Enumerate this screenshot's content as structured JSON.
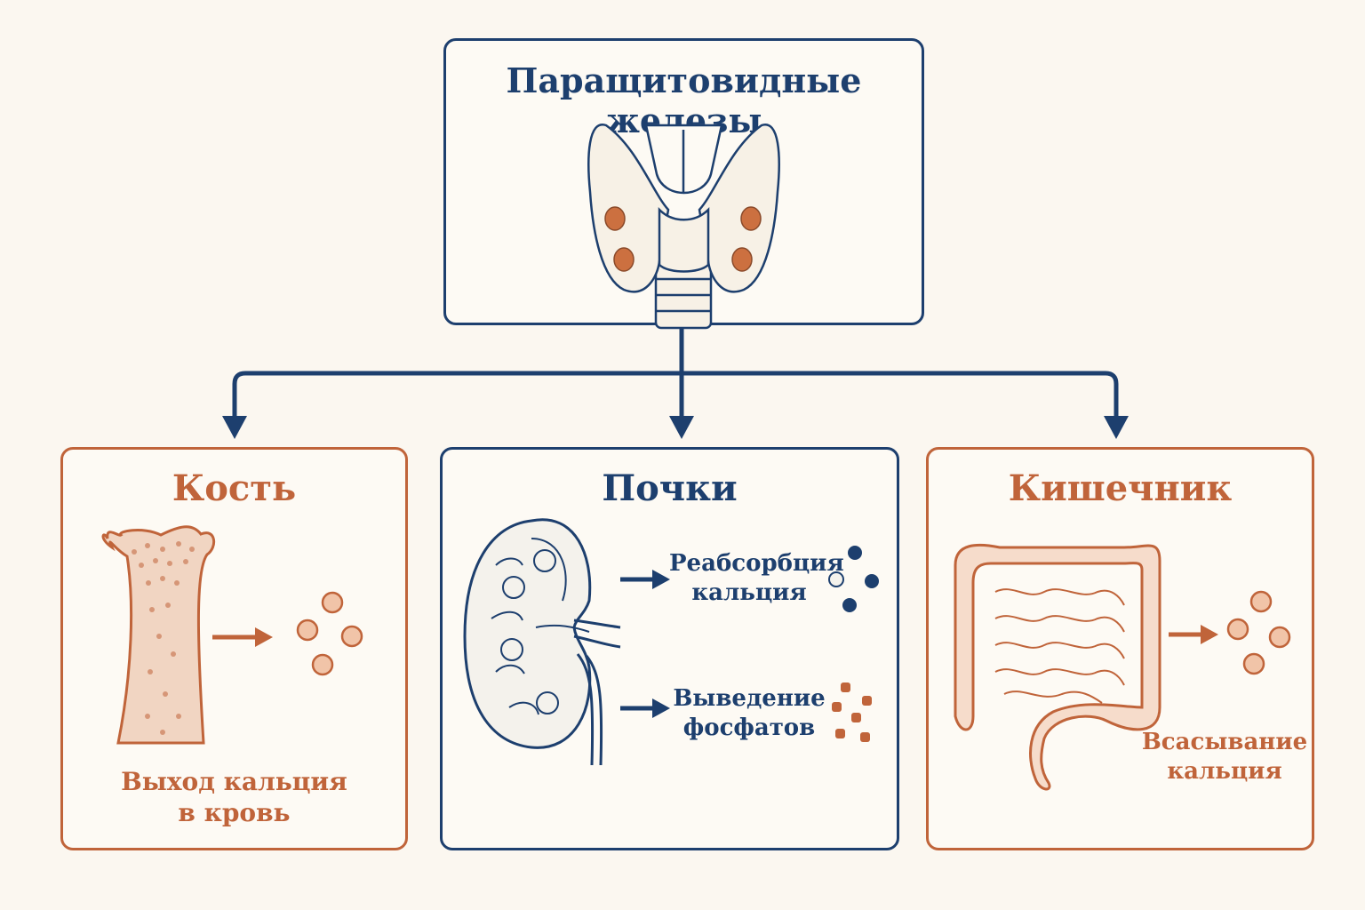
{
  "parathyroid": {
    "title": "Паращитовидные железы"
  },
  "bone": {
    "title": "Кость",
    "caption_line1": "Выход кальция",
    "caption_line2": "в кровь"
  },
  "kidneys": {
    "title": "Почки",
    "reabsorption_line1": "Реабсорбция",
    "reabsorption_line2": "кальция",
    "excretion_line1": "Выведение",
    "excretion_line2": "фосфатов"
  },
  "intestine": {
    "title": "Кишечник",
    "caption_line1": "Всасывание",
    "caption_line2": "кальция"
  },
  "colors": {
    "navy": "#1d3f6e",
    "rust": "#c0643a",
    "background": "#fbf7f0"
  }
}
